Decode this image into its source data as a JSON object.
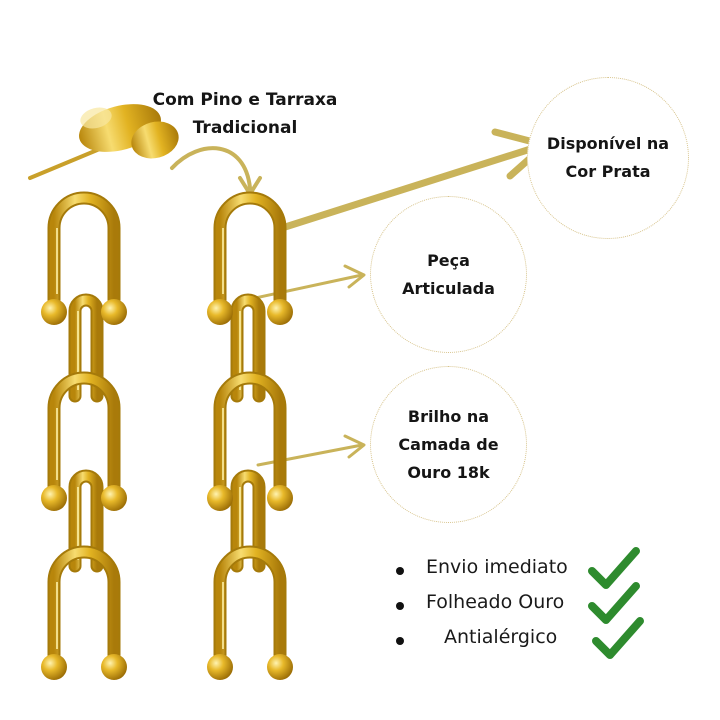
{
  "callout": {
    "line1": "Com Pino e Tarraxa",
    "line2": "Tradicional"
  },
  "circles": {
    "prata": {
      "line1": "Disponível na",
      "line2": "Cor Prata"
    },
    "articulada": {
      "line1": "Peça",
      "line2": "Articulada"
    },
    "brilho": {
      "line1": "Brilho na",
      "line2": "Camada de",
      "line3": "Ouro 18k"
    }
  },
  "features": [
    {
      "label": "Envio imediato",
      "icon": "check-icon"
    },
    {
      "label": "Folheado Ouro",
      "icon": "check-icon"
    },
    {
      "label": "Antialérgico",
      "icon": "check-icon"
    }
  ],
  "colors": {
    "gold": "#e2b322",
    "gold_dark": "#b38210",
    "gold_light": "#f7dc70",
    "arrow": "#c9b35a",
    "check": "#2e8b2e",
    "circle_border": "#d7c38a"
  }
}
